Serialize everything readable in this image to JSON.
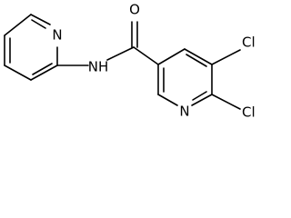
{
  "structure": {
    "atoms": {
      "amide_oxygen": "O",
      "amide_nitrogen": "NH",
      "pyridine_nitrogen_left": "N",
      "pyridine_nitrogen_right": "N",
      "chlorine_upper": "Cl",
      "chlorine_lower": "Cl"
    }
  }
}
